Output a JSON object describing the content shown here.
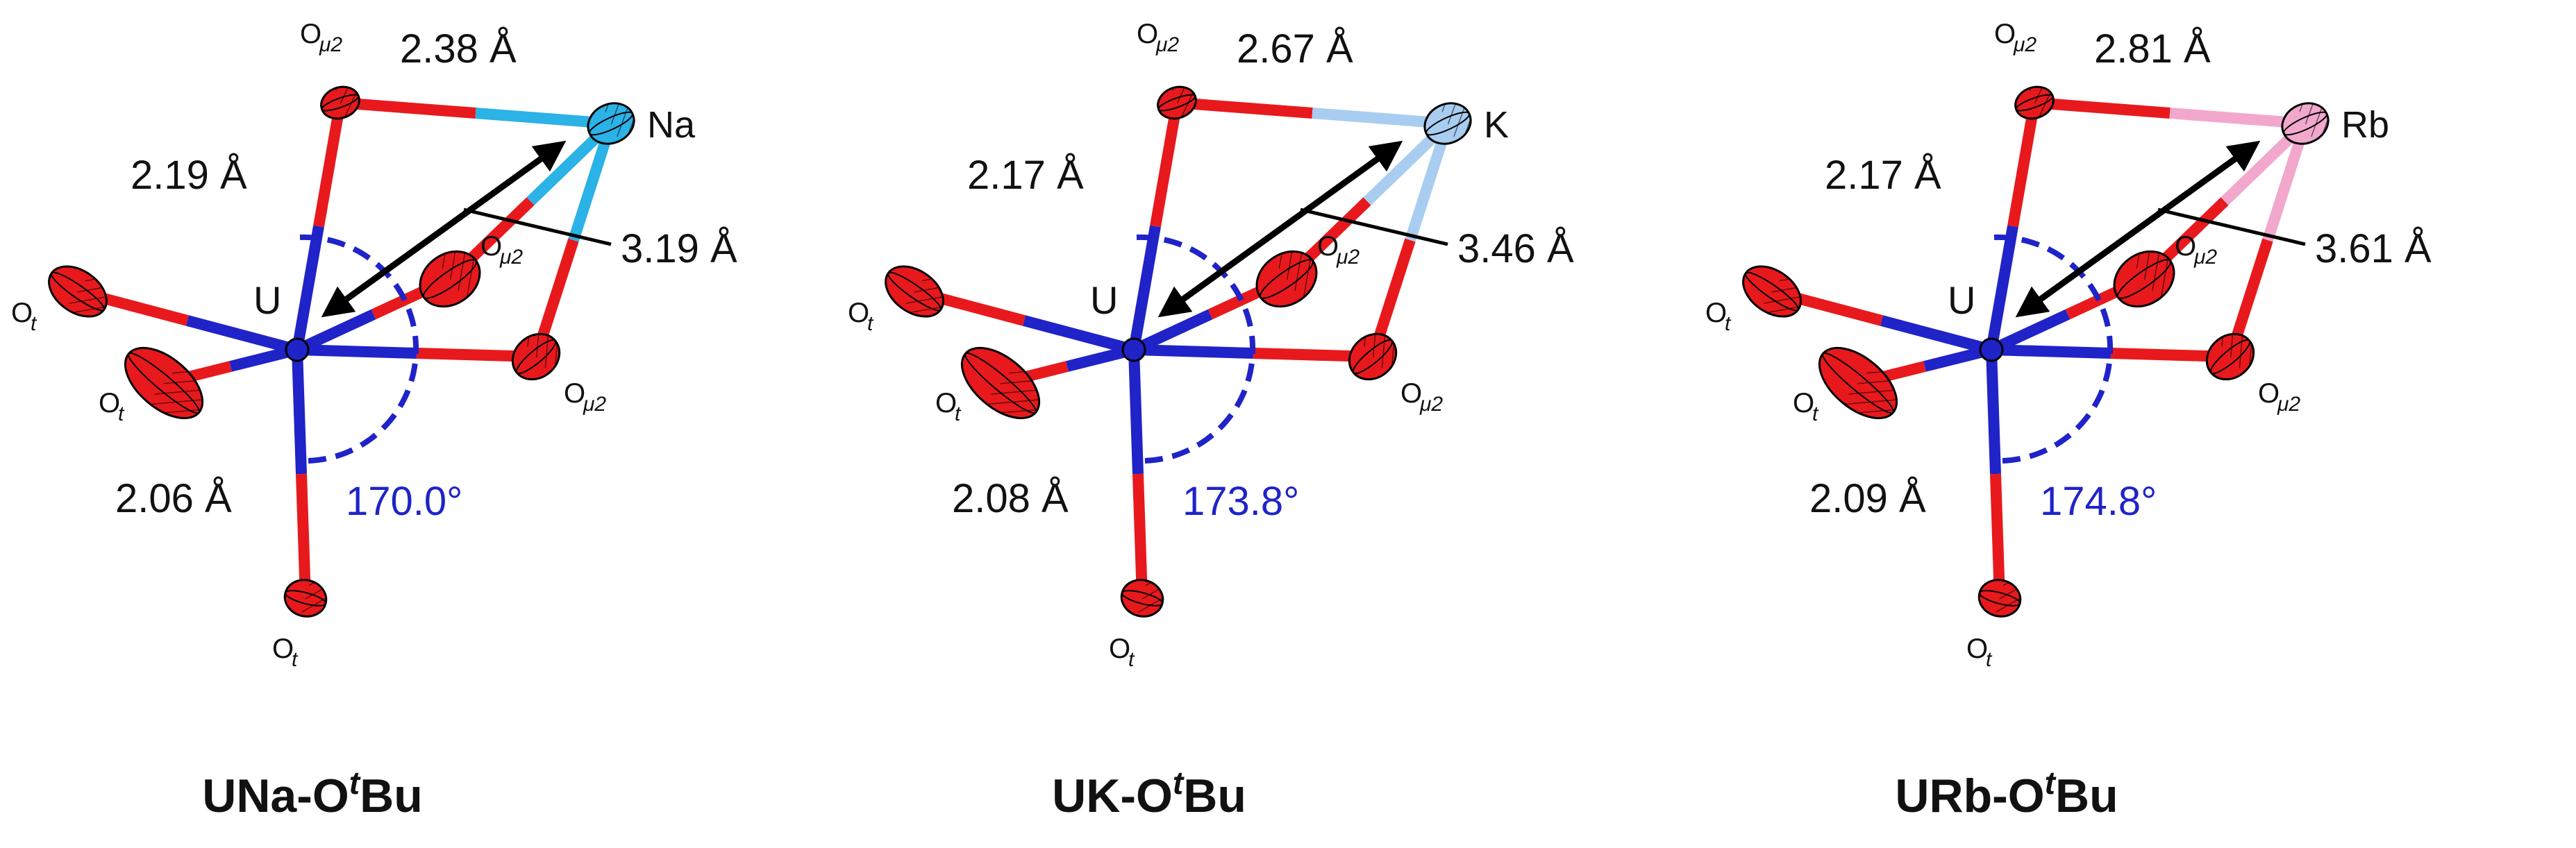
{
  "figure": {
    "panels": [
      {
        "alkali": "Na",
        "alkali_color": "#2bb2e6",
        "bond_alkali_color": "#2bb2e6",
        "label_oc_mu2": "O",
        "sub_mu2": "μ2",
        "sub_t": "t",
        "o_symbol": "O",
        "u_symbol": "U",
        "d_top": "2.19 Å",
        "d_bottom": "2.06 Å",
        "d_mu2_alkali": "2.38 Å",
        "d_u_alkali": "3.19 Å",
        "angle": "170.0°",
        "caption_pre": "UNa-O",
        "caption_sup": "t",
        "caption_post": "Bu"
      },
      {
        "alkali": "K",
        "alkali_color": "#a9cdf0",
        "bond_alkali_color": "#a9cdf0",
        "label_oc_mu2": "O",
        "sub_mu2": "μ2",
        "sub_t": "t",
        "o_symbol": "O",
        "u_symbol": "U",
        "d_top": "2.17 Å",
        "d_bottom": "2.08 Å",
        "d_mu2_alkali": "2.67 Å",
        "d_u_alkali": "3.46 Å",
        "angle": "173.8°",
        "caption_pre": "UK-O",
        "caption_sup": "t",
        "caption_post": "Bu"
      },
      {
        "alkali": "Rb",
        "alkali_color": "#f2a8cc",
        "bond_alkali_color": "#f2a8cc",
        "label_oc_mu2": "O",
        "sub_mu2": "μ2",
        "sub_t": "t",
        "o_symbol": "O",
        "u_symbol": "U",
        "d_top": "2.17 Å",
        "d_bottom": "2.09 Å",
        "d_mu2_alkali": "2.81 Å",
        "d_u_alkali": "3.61 Å",
        "angle": "174.8°",
        "caption_pre": "URb-O",
        "caption_sup": "t",
        "caption_post": "Bu"
      }
    ],
    "colors": {
      "oxygen": "#e8191c",
      "uranium": "#1f23c8",
      "angle": "#1f23c8",
      "text": "#111111"
    }
  }
}
